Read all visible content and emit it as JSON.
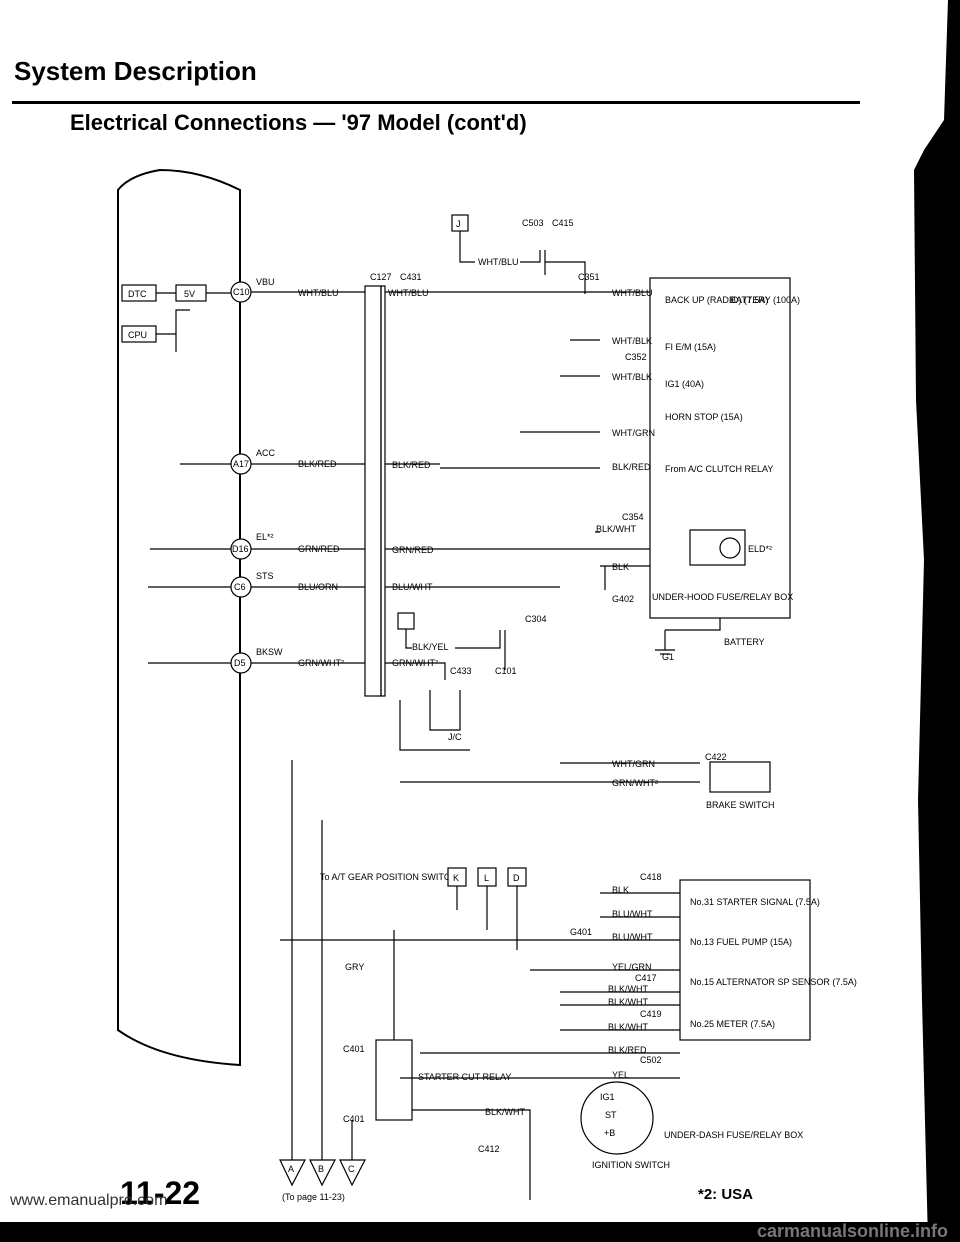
{
  "header": {
    "title": "System Description",
    "subtitle": "Electrical Connections — '97 Model (cont'd)"
  },
  "ecm": {
    "blocks": [
      "DTC",
      "5V",
      "CPU"
    ],
    "pins": [
      {
        "pin": "C10",
        "name": "VBU",
        "wire": "WHT/BLU"
      },
      {
        "pin": "A17",
        "name": "ACC",
        "wire": "BLK/RED"
      },
      {
        "pin": "D16",
        "name": "EL*²",
        "wire": "GRN/RED"
      },
      {
        "pin": "C6",
        "name": "STS",
        "wire": "BLU/ORN"
      },
      {
        "pin": "D5",
        "name": "BKSW",
        "wire": "GRN/WHT²"
      }
    ]
  },
  "connectors": {
    "c127": "C127",
    "c431": "C431",
    "c503": "C503",
    "c415": "C415",
    "c351": "C351",
    "c352": "C352",
    "c354": "C354",
    "g402": "G402",
    "c304": "C304",
    "c433": "C433",
    "c101": "C101",
    "jc": "J/C",
    "c422": "C422",
    "c418": "C418",
    "g401": "G401",
    "c417": "C417",
    "c419": "C419",
    "c502": "C502",
    "c401a": "C401",
    "c401b": "C401",
    "c412": "C412",
    "g1": "G1",
    "j": "J",
    "k": "K",
    "l": "L",
    "d": "D"
  },
  "wires": {
    "wht_blu": "WHT/BLU",
    "wht_blk": "WHT/BLK",
    "wht_grn": "WHT/GRN",
    "blk_red": "BLK/RED",
    "grn_red": "GRN/RED",
    "blu_wht": "BLU/WHT",
    "blk_wht": "BLK/WHT",
    "blk": "BLK",
    "blk_yel": "BLK/YEL",
    "grn_wht": "GRN/WHT²",
    "yel_grn": "YEL/GRN",
    "grey": "GRY",
    "yel": "YEL"
  },
  "fuse_box_under_hood": {
    "label": "UNDER-HOOD FUSE/RELAY BOX",
    "items": [
      "BACK UP (RADIO) (7.5A)",
      "BATTERY (100A)",
      "FI E/M (15A)",
      "IG1 (40A)",
      "HORN STOP (15A)",
      "From A/C CLUTCH RELAY",
      "ELD*²"
    ],
    "battery": "BATTERY"
  },
  "brake_switch": "BRAKE SWITCH",
  "gear_switch": "To A/T GEAR POSITION SWITCH",
  "starter_relay": "STARTER CUT RELAY",
  "fuse_box_under_dash": {
    "label": "UNDER-DASH FUSE/RELAY BOX",
    "items": [
      "No.31 STARTER SIGNAL (7.5A)",
      "No.13 FUEL PUMP (15A)",
      "No.15 ALTERNATOR SP SENSOR (7.5A)",
      "No.25 METER (7.5A)"
    ]
  },
  "ignition_switch": {
    "label": "IGNITION SWITCH",
    "ig1": "IG1",
    "st": "ST",
    "b": "+B"
  },
  "page_refs": {
    "a": "A",
    "b": "B",
    "c": "C",
    "to_page": "(To page 11-23)"
  },
  "footer": {
    "page_number": "11-22",
    "footnote": "*2: USA",
    "website": "www.emanualpro.com",
    "footer_site": "carmanualsonline.info"
  }
}
